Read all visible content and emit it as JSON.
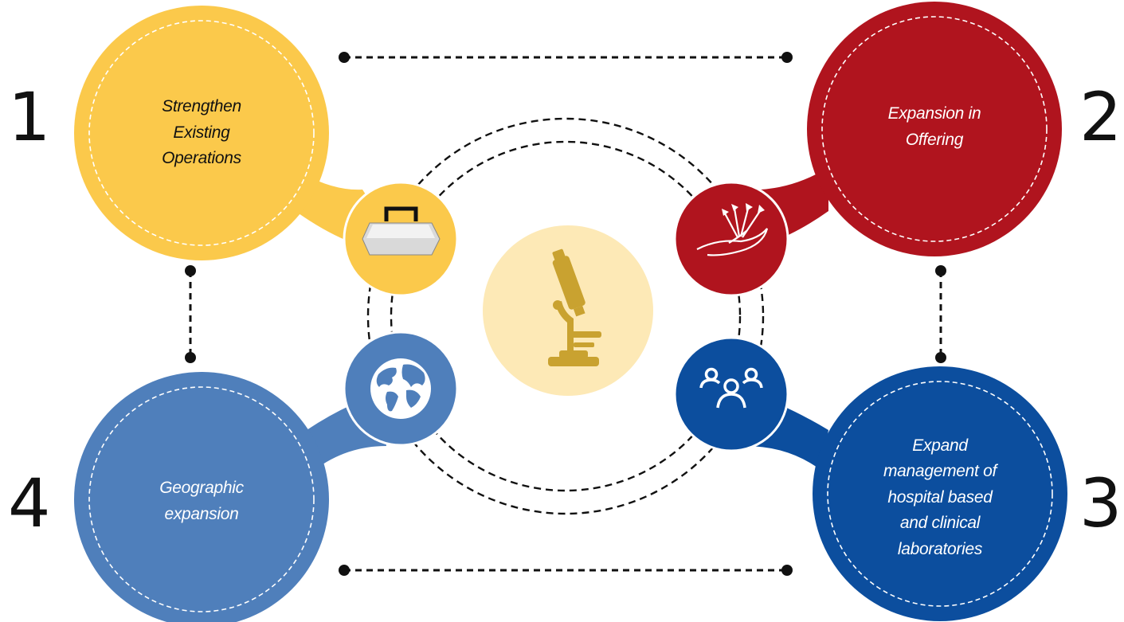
{
  "steps": [
    {
      "number": "1",
      "label_lines": [
        "Strengthen",
        "Existing",
        "Operations"
      ],
      "color": "#FBC94B",
      "text_color": "#111111",
      "icon": "briefcase-icon"
    },
    {
      "number": "2",
      "label_lines": [
        "Expansion in",
        "Offering"
      ],
      "color": "#B0141E",
      "text_color": "#FFFFFF",
      "icon": "hand-arrows-icon"
    },
    {
      "number": "3",
      "label_lines": [
        "Expand",
        "management of",
        "hospital based",
        "and clinical",
        "laboratories"
      ],
      "color": "#0C4E9E",
      "text_color": "#FFFFFF",
      "icon": "people-network-icon"
    },
    {
      "number": "4",
      "label_lines": [
        "Geographic",
        "expansion"
      ],
      "color": "#4F7FBB",
      "text_color": "#FFFFFF",
      "icon": "globe-icon"
    }
  ],
  "center": {
    "icon": "microscope-icon",
    "background_color": "#FDE9B6",
    "icon_color": "#C9A230"
  }
}
